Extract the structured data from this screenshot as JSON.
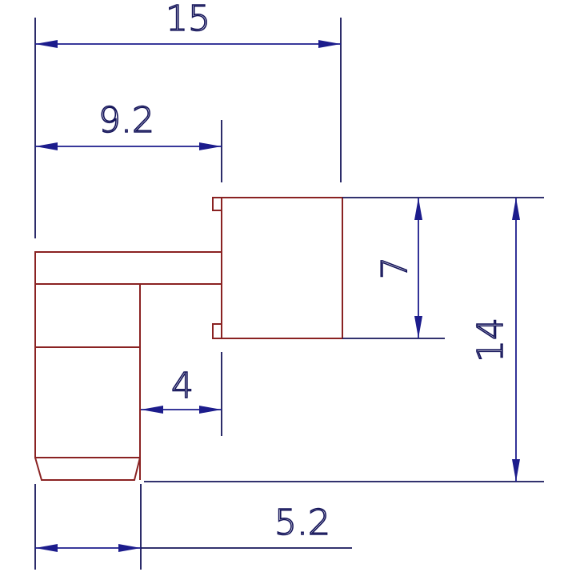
{
  "drawing": {
    "colors": {
      "part_outline": "#8a2222",
      "dimension_line": "#1c1c8c",
      "extension_line": "#14145a",
      "background": "#ffffff"
    },
    "dimensions": {
      "overall_width": "15",
      "upper_width": "9.2",
      "slot_gap": "4",
      "pin_height": "7",
      "overall_height": "14",
      "lower_width": "5.2"
    }
  }
}
